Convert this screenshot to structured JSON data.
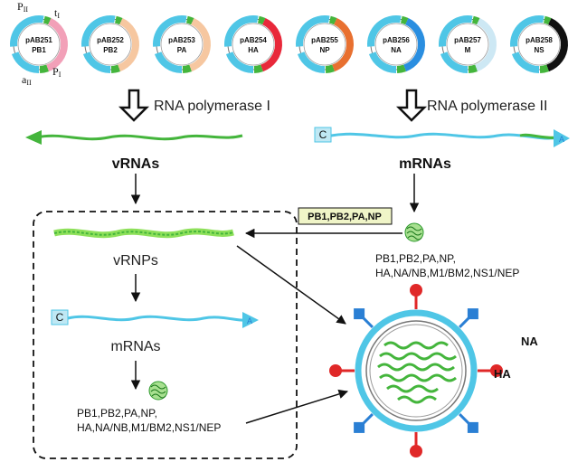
{
  "plasmids": [
    {
      "name": "pAB251",
      "gene": "PB1",
      "color": "#f2a0b8"
    },
    {
      "name": "pAB252",
      "gene": "PB2",
      "color": "#f6c7a0"
    },
    {
      "name": "pAB253",
      "gene": "PA",
      "color": "#f6c7a0"
    },
    {
      "name": "pAB254",
      "gene": "HA",
      "color": "#e8283a"
    },
    {
      "name": "pAB255",
      "gene": "NP",
      "color": "#e87030"
    },
    {
      "name": "pAB256",
      "gene": "NA",
      "color": "#2a8ee0"
    },
    {
      "name": "pAB257",
      "gene": "M",
      "color": "#cde8f4"
    },
    {
      "name": "pAB258",
      "gene": "NS",
      "color": "#111111"
    }
  ],
  "promoter_labels": {
    "p2": "P",
    "p2_sub": "II",
    "t1": "t",
    "t1_sub": "I",
    "a2": "a",
    "a2_sub": "II",
    "p1": "P",
    "p1_sub": "I"
  },
  "left_step": "RNA polymerase I",
  "right_step": "RNA polymerase II",
  "vrnas": "vRNAs",
  "mrnas_top": "mRNAs",
  "vrnps": "vRNPs",
  "mrnas_box": "mRNAs",
  "cap_c": "C",
  "tail_a": "A",
  "complex_label": "PB1,PB2,PA,NP",
  "proteins_right_line1": "PB1,PB2,PA,NP,",
  "proteins_right_line2": "HA,NA/NB,M1/BM2,NS1/NEP",
  "proteins_box_line1": "PB1,PB2,PA,NP,",
  "proteins_box_line2": "HA,NA/NB,M1/BM2,NS1/NEP",
  "virion_na": "NA",
  "virion_ha": "HA",
  "colors": {
    "cyan": "#4fc6e6",
    "green": "#44b53c",
    "lightgreen": "#8ee05a",
    "red": "#e02828",
    "blue": "#2a7fd4",
    "complex_bg": "#f0f5c8"
  }
}
